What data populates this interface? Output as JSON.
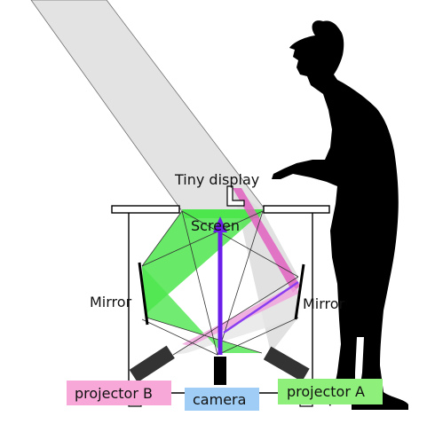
{
  "labels": {
    "tiny_display": "Tiny display",
    "screen": "Screen",
    "mirror_left": "Mirror",
    "mirror_right": "Mirror",
    "projector_b": "projector B",
    "camera": "camera",
    "projector_a": "projector A"
  },
  "colors": {
    "projector_b_tag": "#f7a8d8",
    "camera_tag": "#9fcdf5",
    "projector_a_tag": "#8ef07a",
    "green_light": "#4de64d",
    "pink_light": "#e060c0",
    "purple_ray": "#6a1ee8",
    "gray_light": "#d9d9d9",
    "silhouette": "#000000"
  }
}
